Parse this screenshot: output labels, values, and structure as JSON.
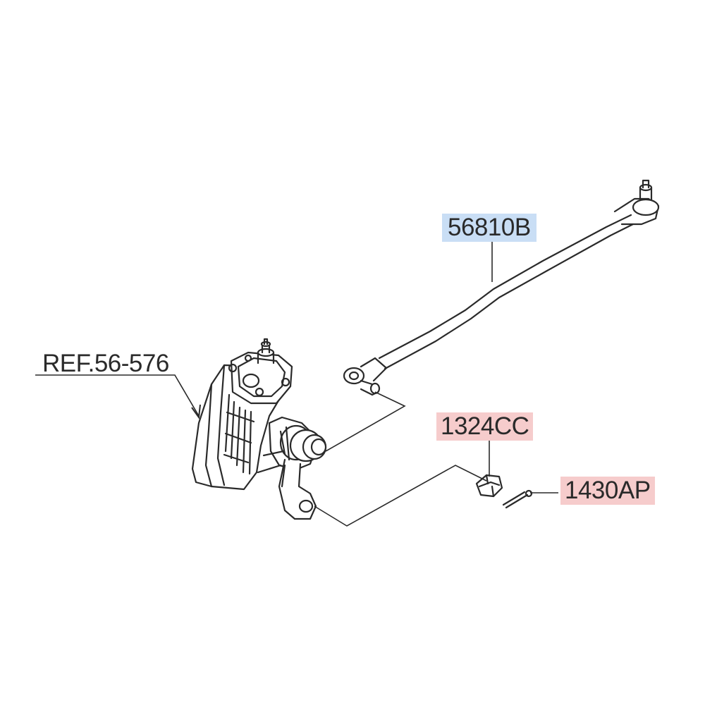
{
  "labels": {
    "ref": "REF.56-576",
    "drag_link": "56810B",
    "nut": "1324CC",
    "pin": "1430AP"
  },
  "colors": {
    "line": "#2a2a2a",
    "highlight_blue": "#c9def5",
    "highlight_red": "#f6cccc",
    "background": "#ffffff"
  },
  "parts": [
    {
      "id": "ref",
      "name": "steering-gear-box",
      "label_key": "labels.ref",
      "highlight": "none"
    },
    {
      "id": "56810B",
      "name": "drag-link",
      "label_key": "labels.drag_link",
      "highlight": "blue"
    },
    {
      "id": "1324CC",
      "name": "castle-nut",
      "label_key": "labels.nut",
      "highlight": "red"
    },
    {
      "id": "1430AP",
      "name": "cotter-pin",
      "label_key": "labels.pin",
      "highlight": "red"
    }
  ]
}
